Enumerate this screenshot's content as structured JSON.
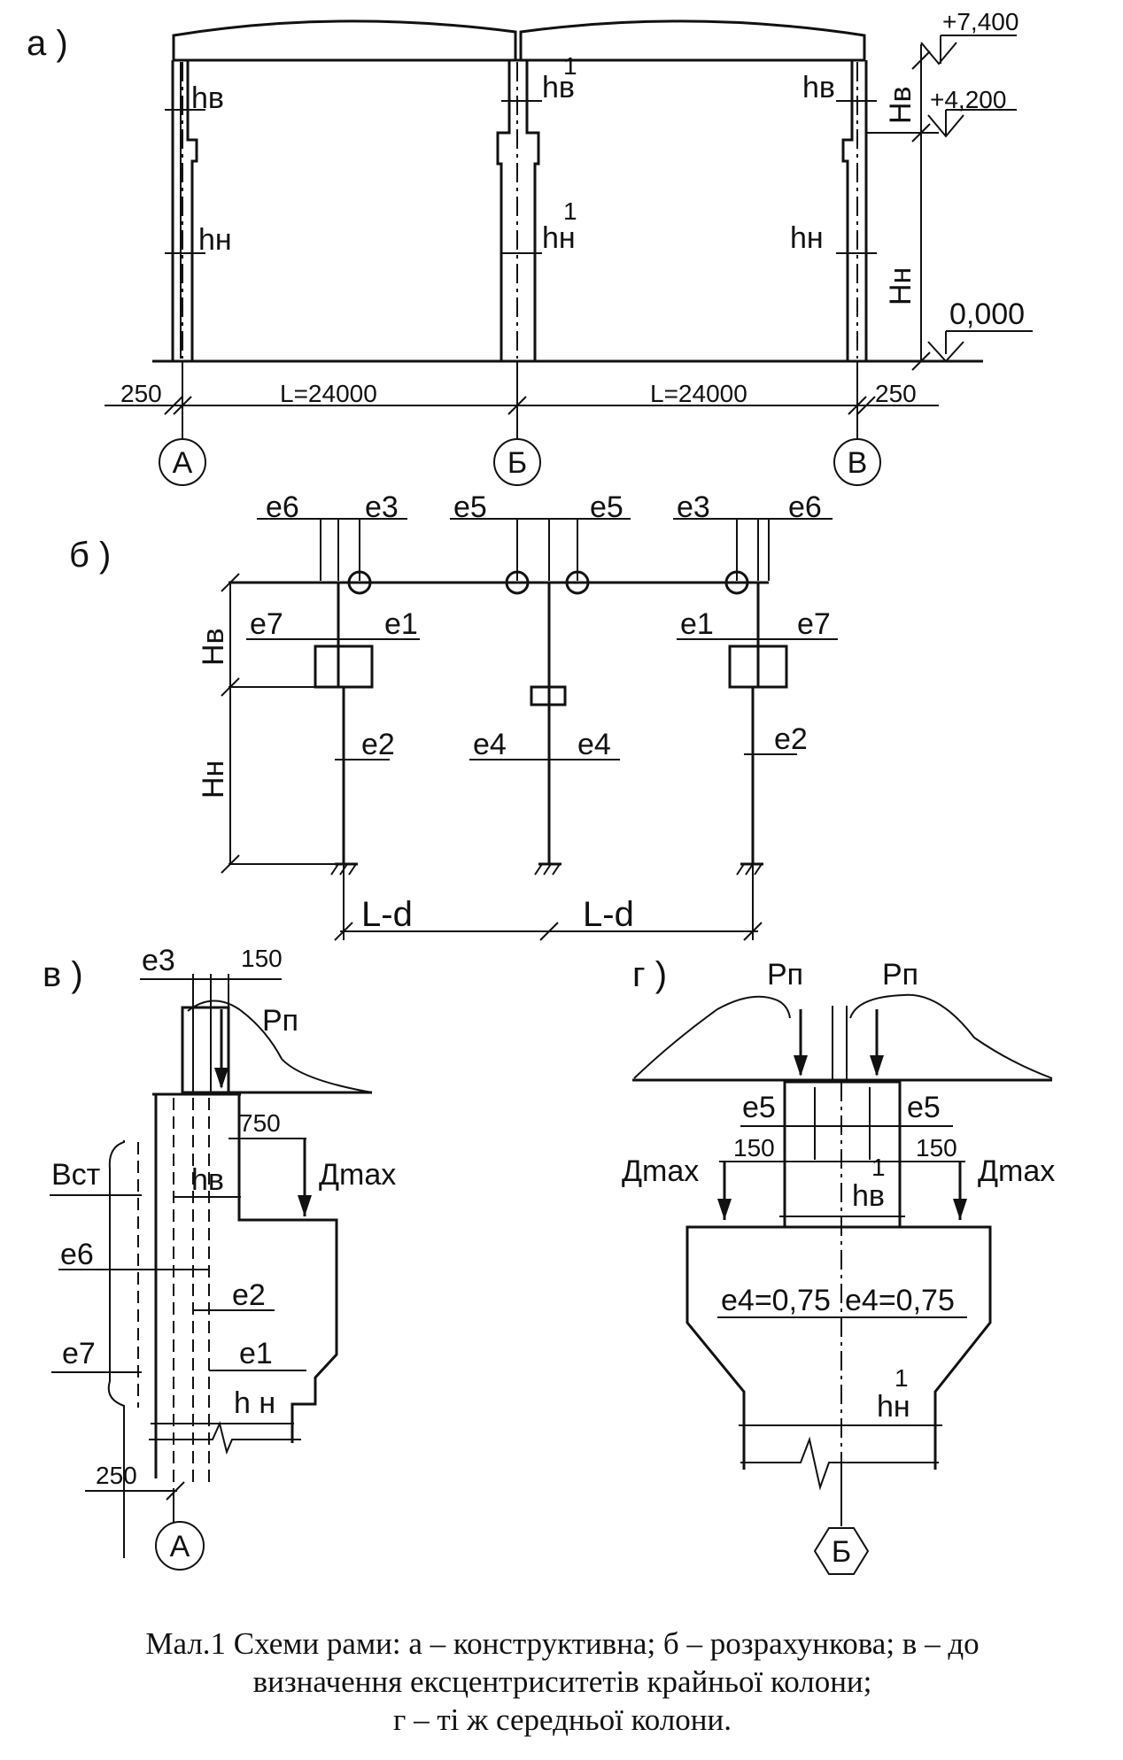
{
  "panel_a": {
    "label": "а )",
    "elev_top": "+7,400",
    "elev_mid": "+4,200",
    "elev_zero": "0,000",
    "h_upper": "Hв",
    "h_lower": "Hн",
    "col_hv": "hв",
    "col_hn": "hн",
    "mid_hv": "hв",
    "mid_hn": "hн",
    "sup1": "1",
    "dim_left": "250",
    "dim_right": "250",
    "span_1": "L=24000",
    "span_2": "L=24000",
    "axis_a": "А",
    "axis_b": "Б",
    "axis_v": "В"
  },
  "panel_b": {
    "label": "б )",
    "e1": "e1",
    "e2": "e2",
    "e3": "e3",
    "e4": "e4",
    "e5": "e5",
    "e6": "e6",
    "e7": "e7",
    "h_upper": "Hв",
    "h_lower": "Hн",
    "span_1": "L-d",
    "span_2": "L-d"
  },
  "panel_v": {
    "label": "в )",
    "e3": "e3",
    "dim_150": "150",
    "load": "Рп",
    "dim_750": "750",
    "dmax": "Дmax",
    "bst": "Вст",
    "hv": "hв",
    "e6": "e6",
    "e2": "e2",
    "e7": "e7",
    "e1": "e1",
    "hn": "h н",
    "dim_250": "250",
    "axis": "А"
  },
  "panel_g": {
    "label": "г )",
    "load_left": "Рп",
    "load_right": "Рп",
    "e5_left": "e5",
    "e5_right": "e5",
    "dim_150_left": "150",
    "dim_150_right": "150",
    "dmax_left": "Дmax",
    "dmax_right": "Дmax",
    "hv": "hв",
    "sup1": "1",
    "e4_left": "e4=0,75",
    "e4_right": "e4=0,75",
    "hn": "hн",
    "axis": "Б"
  },
  "caption": {
    "line1": "Мал.1  Схеми рами: а – конструктивна; б – розрахункова; в – до",
    "line2": "визначення ексцентриситетів крайньої колони;",
    "line3": "г – ті ж середньої колони."
  }
}
